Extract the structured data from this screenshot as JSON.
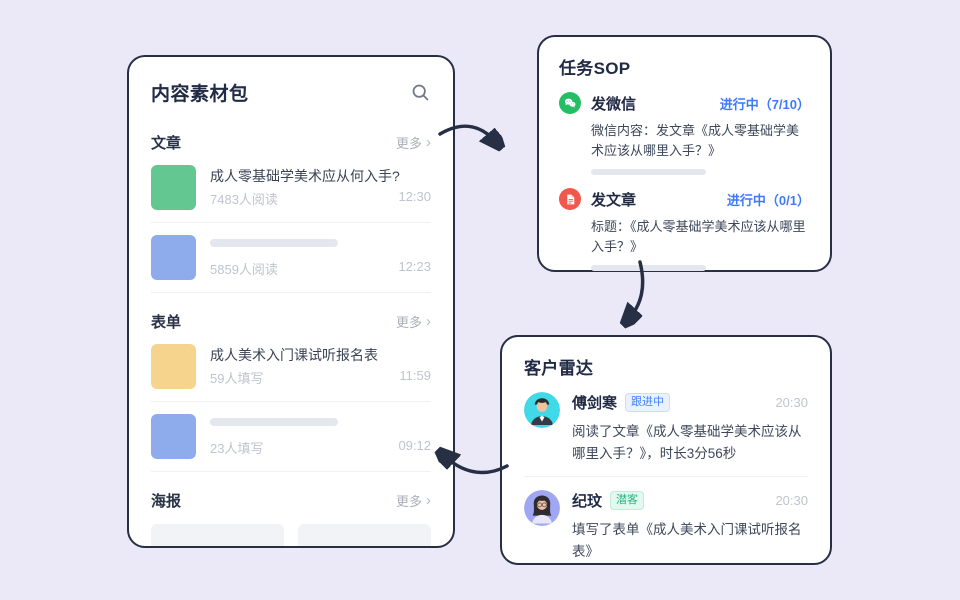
{
  "page": {
    "background": "#EBE9F8",
    "card_border": "#272F45"
  },
  "colors": {
    "accent_blue": "#3E7BFA",
    "thumb_green": "#62C791",
    "thumb_blue": "#8EABEB",
    "thumb_yellow": "#F6D48E",
    "wechat_green": "#26BE64",
    "article_red": "#F1574C",
    "tag_blue": "#4080FF",
    "tag_green": "#23B383",
    "avatar_bg_cyan": "#3FD9E8",
    "avatar_bg_purple": "#9FA6F2"
  },
  "content_pack": {
    "title": "内容素材包",
    "more_chevron": "›",
    "sections": {
      "articles": {
        "label": "文章",
        "more": "更多",
        "items": [
          {
            "title": "成人零基础学美术应从何入手?",
            "meta": "7483人阅读",
            "time": "12:30"
          },
          {
            "meta": "5859人阅读",
            "time": "12:23"
          }
        ]
      },
      "forms": {
        "label": "表单",
        "more": "更多",
        "items": [
          {
            "title": "成人美术入门课试听报名表",
            "meta": "59人填写",
            "time": "11:59"
          },
          {
            "meta": "23人填写",
            "time": "09:12"
          }
        ]
      },
      "posters": {
        "label": "海报",
        "more": "更多"
      }
    }
  },
  "task_sop": {
    "title": "任务SOP",
    "tasks": [
      {
        "name": "发微信",
        "status": "进行中（7/10）",
        "desc": "微信内容：发文章《成人零基础学美术应该从哪里入手？》"
      },
      {
        "name": "发文章",
        "status": "进行中（0/1）",
        "desc": "标题：《成人零基础学美术应该从哪里入手？》"
      }
    ]
  },
  "customer_radar": {
    "title": "客户雷达",
    "entries": [
      {
        "name": "傅剑寒",
        "tag": "跟进中",
        "time": "20:30",
        "desc": "阅读了文章《成人零基础学美术应该从哪里入手？》，时长3分56秒"
      },
      {
        "name": "纪玟",
        "tag": "潜客",
        "time": "20:30",
        "desc": "填写了表单《成人美术入门课试听报名表》"
      }
    ]
  }
}
